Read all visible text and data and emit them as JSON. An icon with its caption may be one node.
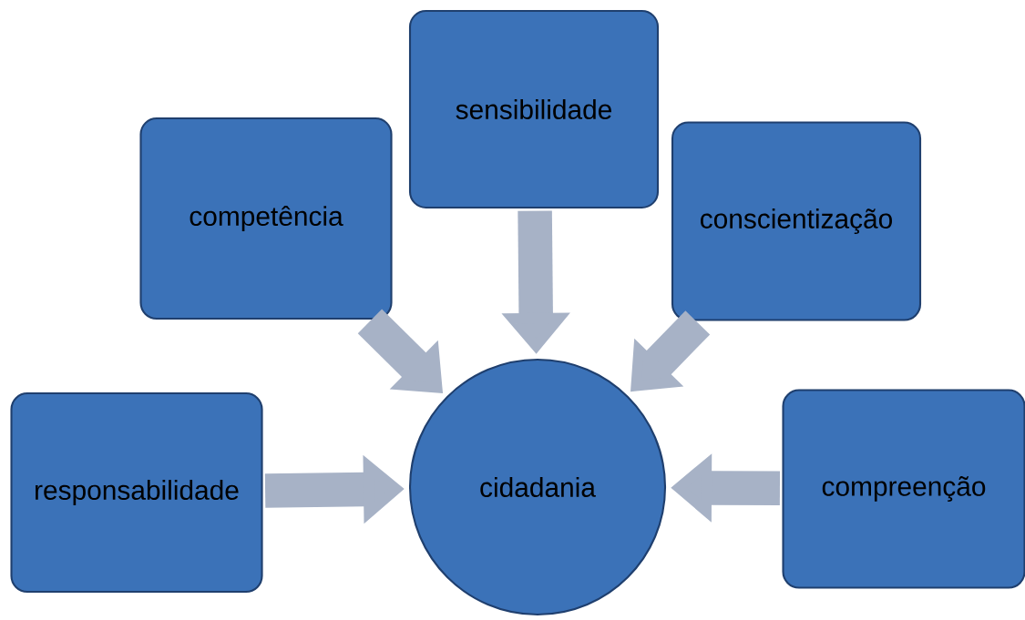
{
  "diagram": {
    "nodes": [
      {
        "text": [
          "competência"
        ]
      },
      {
        "text": [
          "sensibilidade"
        ]
      },
      {
        "text": [
          "conscientização"
        ]
      },
      {
        "text": [
          "responsabilidade"
        ]
      },
      {
        "text": [
          "cidadania"
        ]
      },
      {
        "text": [
          "compreenção"
        ]
      }
    ],
    "edges": [
      {
        "from": 0,
        "to": 4,
        "arrow": "to"
      },
      {
        "from": 1,
        "to": 4,
        "arrow": "to"
      },
      {
        "from": 2,
        "to": 4,
        "arrow": "to"
      },
      {
        "from": 3,
        "to": 4,
        "arrow": "to"
      },
      {
        "from": 5,
        "to": 4,
        "arrow": "to"
      }
    ]
  }
}
